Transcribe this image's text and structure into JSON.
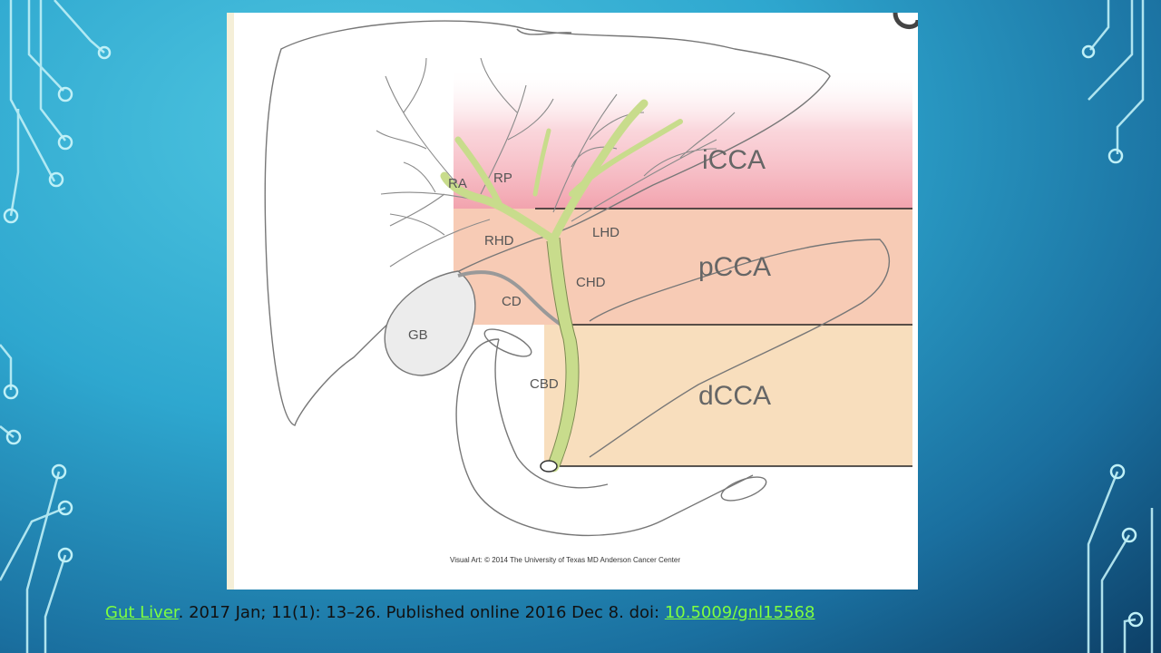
{
  "figure": {
    "zones": [
      {
        "label": "iCCA",
        "color": "#f6aab4"
      },
      {
        "label": "pCCA",
        "color": "#f6c2a8"
      },
      {
        "label": "dCCA",
        "color": "#f7d8b2"
      }
    ],
    "structure_labels": {
      "ra": "RA",
      "rp": "RP",
      "rhd": "RHD",
      "lhd": "LHD",
      "chd": "CHD",
      "cd": "CD",
      "gb": "GB",
      "cbd": "CBD"
    },
    "credit": "Visual Art: © 2014 The University of Texas MD Anderson Cancer Center"
  },
  "citation": {
    "journal_link": "Gut Liver",
    "text": ". 2017 Jan; 11(1): 13–26. Published online 2016 Dec 8. doi: ",
    "doi_link": "10.5009/gnl15568"
  },
  "colors": {
    "bile_duct": "#c8dc8c",
    "background_light": "#4fc6e0",
    "background_dark": "#0d3f66",
    "link": "#7fff3f"
  }
}
